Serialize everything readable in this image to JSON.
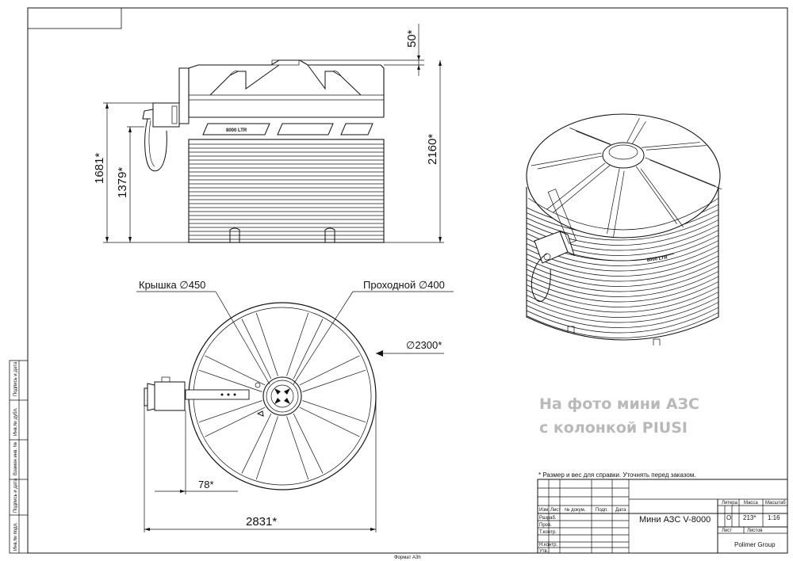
{
  "dimensions": {
    "d50": "50*",
    "d2160": "2160*",
    "d1681": "1681*",
    "d1379": "1379*",
    "lid": "Крышка ∅450",
    "passage": "Проходной ∅400",
    "diam": "∅2300*",
    "d78": "78*",
    "d2831": "2831*"
  },
  "tank_label": "8000 LTR",
  "photo_note": {
    "line1": "На фото мини АЗС",
    "line2": "с колонкой PIUSI"
  },
  "footnote": "* Размер и вес для справки. Уточнять перед заказом.",
  "title_block": {
    "cols": [
      "Изм.",
      "Лист",
      "№ докум.",
      "Подп.",
      "Дата"
    ],
    "rows": [
      "Разраб.",
      "Пров.",
      "Т.контр.",
      "Н.контр.",
      "Утв."
    ],
    "title": "Мини АЗС V-8000",
    "litera_h": "Литера",
    "massa_h": "Масса",
    "scale_h": "Масштаб",
    "litera": "O",
    "massa": "213*",
    "scale": "1:16",
    "sheet": "Лист",
    "sheets": "Листов",
    "company": "Polimer Group"
  },
  "side_stamp": [
    "Инв.№ подл.",
    "Подпись и дата",
    "Взамен инв. №",
    "Инв.№ дубл.",
    "Подпись и дата"
  ],
  "format": "Формат А3h"
}
